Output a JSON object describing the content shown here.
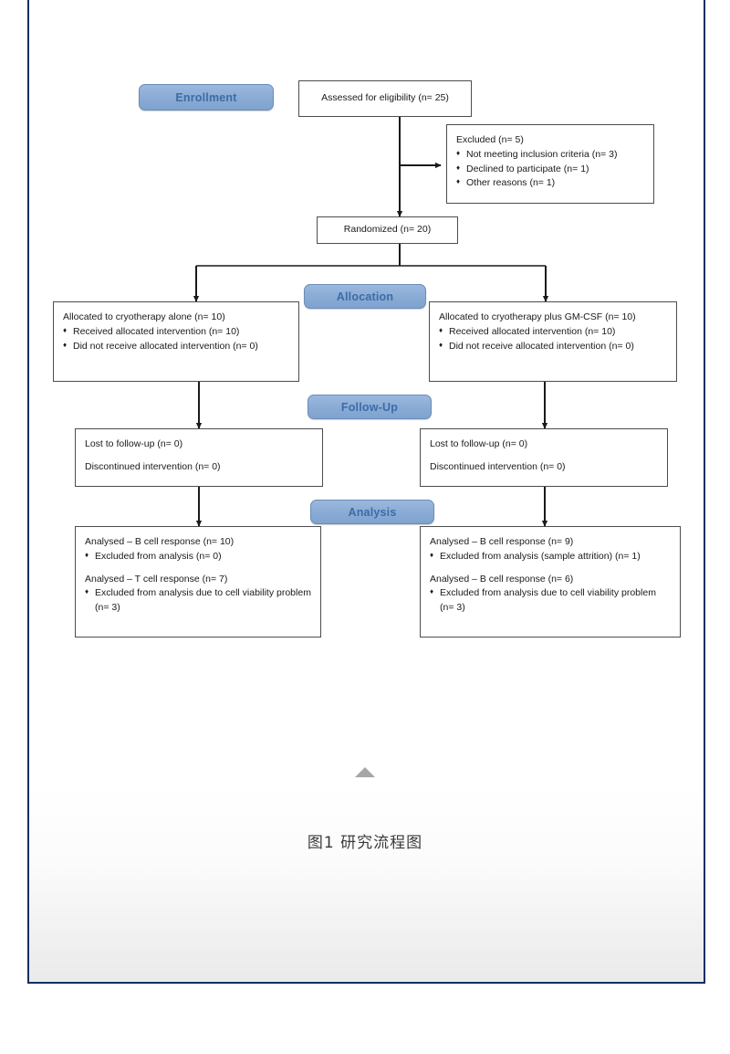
{
  "figure": {
    "caption": "图1 研究流程图",
    "scroll_marker_icon": "triangle-up-icon"
  },
  "colors": {
    "panel_border": "#0f2e63",
    "stage_fill": "#8badd6",
    "stage_text": "#3c6ca6",
    "box_border": "#4d4d4d",
    "arrow": "#1a1a1a",
    "marker": "#a6a6a6"
  },
  "stages": {
    "enrollment": "Enrollment",
    "allocation": "Allocation",
    "followup": "Follow-Up",
    "analysis": "Analysis"
  },
  "nodes": {
    "assessed": {
      "text": "Assessed for eligibility (n= 25)"
    },
    "excluded": {
      "title": "Excluded (n= 5)",
      "bullets": [
        "Not meeting inclusion criteria (n= 3)",
        "Declined to participate (n= 1)",
        "Other reasons (n= 1)"
      ]
    },
    "randomized": {
      "text": "Randomized (n= 20)"
    },
    "allocation_left": {
      "title": "Allocated to cryotherapy alone (n= 10)",
      "bullets": [
        "Received allocated intervention (n= 10)",
        "Did not receive allocated intervention (n= 0)"
      ]
    },
    "allocation_right": {
      "title": "Allocated to cryotherapy plus GM-CSF (n= 10)",
      "bullets": [
        "Received allocated intervention (n= 10)",
        "Did not receive allocated intervention (n= 0)"
      ]
    },
    "followup_left": {
      "line1": "Lost to follow-up (n= 0)",
      "line2": "Discontinued intervention (n= 0)"
    },
    "followup_right": {
      "line1": "Lost to follow-up (n= 0)",
      "line2": "Discontinued intervention (n= 0)"
    },
    "analysis_left": {
      "title1": "Analysed – B cell response (n= 10)",
      "bullet1": "Excluded from analysis (n= 0)",
      "title2": "Analysed – T cell response (n= 7)",
      "bullet2": "Excluded from analysis due to cell viability problem (n= 3)"
    },
    "analysis_right": {
      "title1": "Analysed – B cell response (n= 9)",
      "bullet1": "Excluded from analysis (sample attrition) (n= 1)",
      "title2": "Analysed – B cell response (n= 6)",
      "bullet2": "Excluded from analysis due to cell viability problem (n= 3)"
    }
  },
  "chart_data": {
    "type": "diagram",
    "diagram_kind": "consort-flow-diagram",
    "title": "图1 研究流程图",
    "stages": [
      "Enrollment",
      "Allocation",
      "Follow-Up",
      "Analysis"
    ],
    "counts": {
      "assessed_for_eligibility": 25,
      "excluded_total": 5,
      "excluded_not_meeting_inclusion_criteria": 3,
      "excluded_declined_to_participate": 1,
      "excluded_other_reasons": 1,
      "randomized": 20,
      "allocated_cryotherapy_alone": 10,
      "allocated_cryotherapy_alone_received": 10,
      "allocated_cryotherapy_alone_not_received": 0,
      "allocated_cryotherapy_plus_gmcsf": 10,
      "allocated_cryotherapy_plus_gmcsf_received": 10,
      "allocated_cryotherapy_plus_gmcsf_not_received": 0,
      "lost_to_followup_left": 0,
      "discontinued_left": 0,
      "lost_to_followup_right": 0,
      "discontinued_right": 0,
      "analysed_left_b_cell": 10,
      "analysed_left_b_cell_excluded": 0,
      "analysed_left_t_cell": 7,
      "analysed_left_t_cell_excluded": 3,
      "analysed_right_b_cell": 9,
      "analysed_right_b_cell_excluded": 1,
      "analysed_right_b_cell_2": 6,
      "analysed_right_b_cell_2_excluded": 3
    },
    "arms": [
      "cryotherapy alone",
      "cryotherapy plus GM-CSF"
    ]
  }
}
